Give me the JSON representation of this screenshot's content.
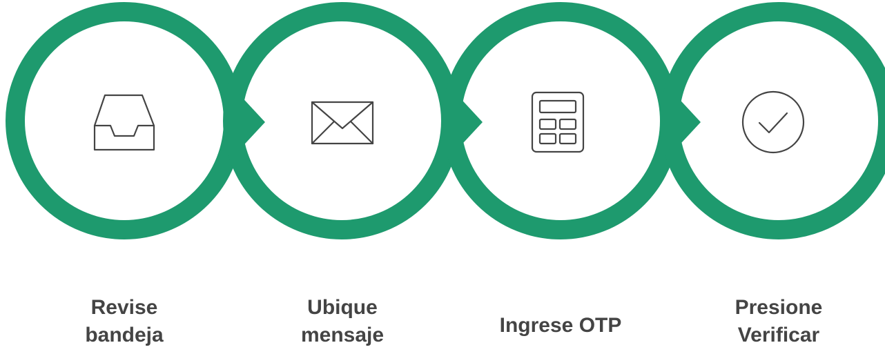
{
  "colors": {
    "ring": "#1e9a6e",
    "icon_stroke": "#444444",
    "label_text": "#444444"
  },
  "steps": [
    {
      "icon": "inbox-tray-icon",
      "label_lines": [
        "Revise",
        "bandeja"
      ]
    },
    {
      "icon": "envelope-icon",
      "label_lines": [
        "Ubique",
        "mensaje"
      ]
    },
    {
      "icon": "calculator-icon",
      "label_lines": [
        "Ingrese OTP"
      ]
    },
    {
      "icon": "check-circle-icon",
      "label_lines": [
        "Presione",
        "Verificar"
      ]
    }
  ]
}
